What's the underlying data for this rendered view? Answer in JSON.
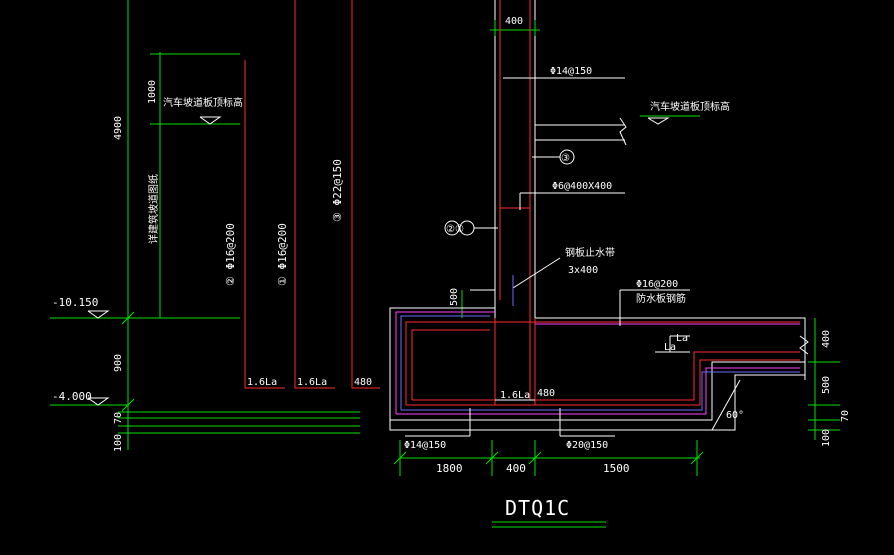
{
  "drawing": {
    "title": "DTQ1C",
    "colors": {
      "background": "#000000",
      "dimension": "#00e000",
      "rebar": "#ff2a2a",
      "outline": "#ffffff",
      "waterproof": "#ff40ff",
      "protection": "#6a6aff"
    }
  },
  "left_panel": {
    "dim_4900": "4900",
    "dim_1000": "1000",
    "dim_900": "900",
    "dim_70": "70",
    "dim_100": "100",
    "label_car_ramp": "汽车坡道板顶标高",
    "label_ramp_cover": "详建筑坡道图纸",
    "elev_low": "-10.150",
    "elev_high": "-4.000",
    "rebar_2": "② Φ16@200",
    "rebar_1": "① Φ16@200",
    "rebar_3": "③ Φ22@150",
    "lap_1": "1.6La",
    "lap_2": "1.6La",
    "lap_3": "480"
  },
  "wall": {
    "dim_top": "400",
    "rebar_horizontal": "Φ14@150",
    "label_car_ramp_right": "汽车坡道板顶标高",
    "marker_3": "③",
    "tie_bar": "Φ6@400X400",
    "markers_21": "②①",
    "waterstop_label": "钢板止水带",
    "waterstop_size": "3x400",
    "dim_500": "500"
  },
  "footing": {
    "top_rebar": "Φ16@200",
    "waterproof_label": "防水板钢筋",
    "la_1": "La",
    "la_2": "La",
    "lap_inner": "1.6La",
    "dim_480": "480",
    "bottom_rebar_left": "Φ14@150",
    "bottom_rebar_right": "Φ20@150",
    "dim_1800": "1800",
    "dim_400": "400",
    "dim_1500": "1500",
    "angle": "60°",
    "dim_r400": "400",
    "dim_r500": "500",
    "dim_r70": "70",
    "dim_r100": "100"
  }
}
